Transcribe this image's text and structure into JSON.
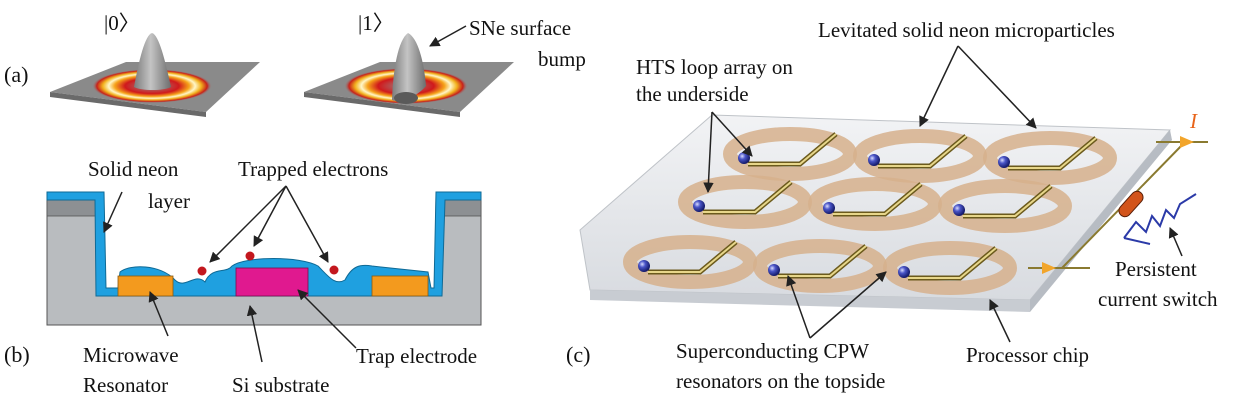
{
  "panel_a": {
    "letter": "(a)",
    "state0": "|0〉",
    "state1": "|1〉",
    "bump_line1": "SNe surface",
    "bump_line2": "bump"
  },
  "panel_b": {
    "letter": "(b)",
    "neon_line1": "Solid neon",
    "neon_line2": "layer",
    "trapped": "Trapped electrons",
    "mw_line1": "Microwave",
    "mw_line2": "Resonator",
    "substrate": "Si substrate",
    "trap": "Trap electrode"
  },
  "panel_c": {
    "letter": "(c)",
    "particles": "Levitated solid neon microparticles",
    "hts_line1": "HTS loop array on",
    "hts_line2": "the underside",
    "current": "I",
    "switch_line1": "Persistent",
    "switch_line2": "current switch",
    "cpw_line1": "Superconducting CPW",
    "cpw_line2": "resonators on the topside",
    "chip": "Processor chip"
  },
  "colors": {
    "neon": "#1fa0e0",
    "substrate": "#b9bcbf",
    "resonator": "#f39a1e",
    "trap_electrode": "#e0198f",
    "electron": "#c3171e",
    "loop": "#d6b08c",
    "current_arrow": "#f2a52b"
  }
}
